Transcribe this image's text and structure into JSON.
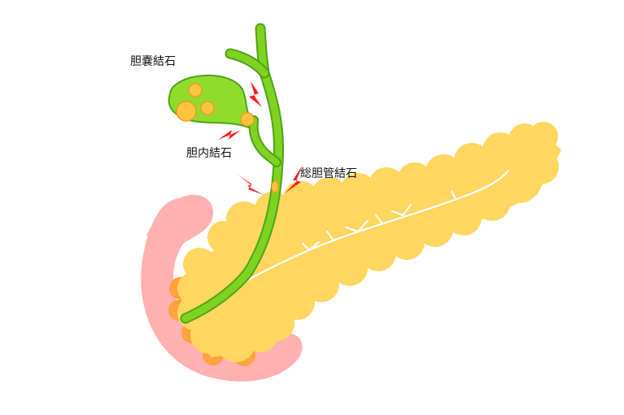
{
  "labels": {
    "gallbladder_stone": "胆嚢結石",
    "intrahepatic_stone": "胆内結石",
    "common_bile_duct_stone": "総胆管結石"
  },
  "colors": {
    "background": "#ffffff",
    "pancreas": "#ffd65f",
    "pancreas_shadow": "#ffa13c",
    "duodenum": "#ffb0b0",
    "bile_duct": "#7ed321",
    "bile_duct_outline": "#4fa418",
    "gallbladder": "#8fdc2c",
    "stone": "#ffc43d",
    "stone_outline": "#f39a1e",
    "pain_mark": "#ff1a1a",
    "pancreatic_duct": "#ffffff",
    "text": "#111111"
  }
}
